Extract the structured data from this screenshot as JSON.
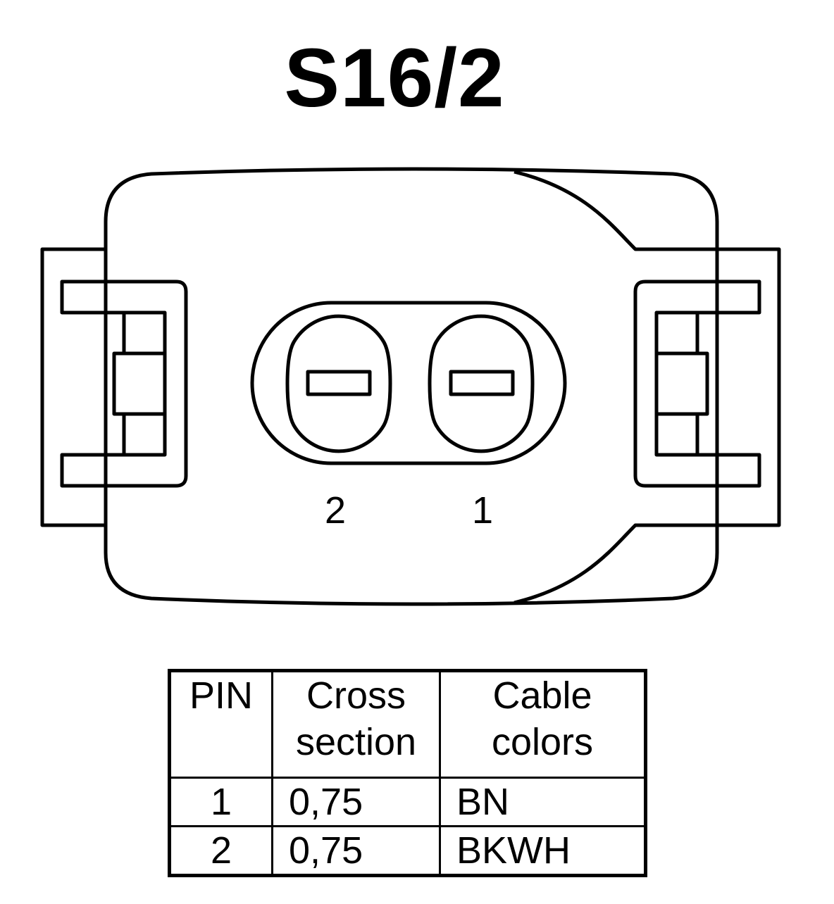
{
  "title": "S16/2",
  "pins": [
    {
      "label": "2"
    },
    {
      "label": "1"
    }
  ],
  "table": {
    "headers": {
      "pin": "PIN",
      "cross_section": [
        "Cross",
        "section"
      ],
      "cable_colors": [
        "Cable",
        "colors"
      ]
    },
    "rows": [
      {
        "pin": "1",
        "cross_section": "0,75",
        "color": "BN"
      },
      {
        "pin": "2",
        "cross_section": "0,75",
        "color": "BKWH"
      }
    ]
  }
}
